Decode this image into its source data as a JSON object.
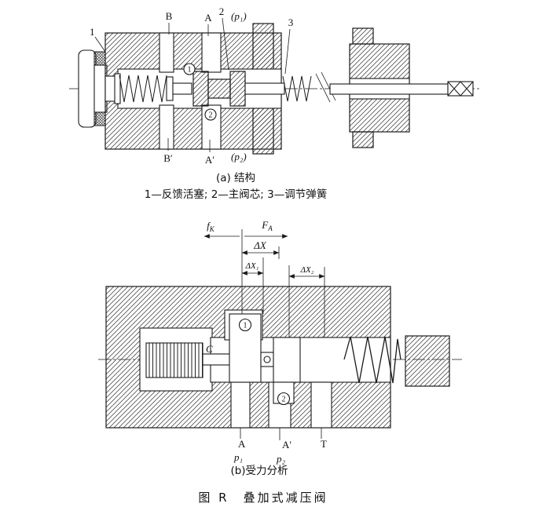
{
  "colors": {
    "ink": "#1a1a1a",
    "paper": "#ffffff"
  },
  "figure_a": {
    "caption": "(a) 结构",
    "legend": "1—反馈活塞; 2—主阀芯; 3—调节弹簧",
    "labels": {
      "n1": "1",
      "n2": "2",
      "n3": "3",
      "port_b": "B",
      "port_a": "A",
      "port_b_prime": "B′",
      "port_a_prime": "A′",
      "p1": "(p₁)",
      "p2": "(p₂)",
      "circ1": "1",
      "circ2": "2"
    }
  },
  "figure_b": {
    "caption": "(b)受力分析",
    "labels": {
      "fk_main": "f",
      "fk_sub": "K",
      "fa_main": "F",
      "fa_sub": "A",
      "dx": "ΔX",
      "dx1": "ΔX₁",
      "dx2": "ΔX₂",
      "c": "C",
      "circ1": "1",
      "circ2": "2",
      "port_a": "A",
      "port_a_prime": "A′",
      "port_t": "T",
      "p1": "p₁",
      "p2": "p₂"
    }
  },
  "caption": "图 R　叠加式减压阀"
}
